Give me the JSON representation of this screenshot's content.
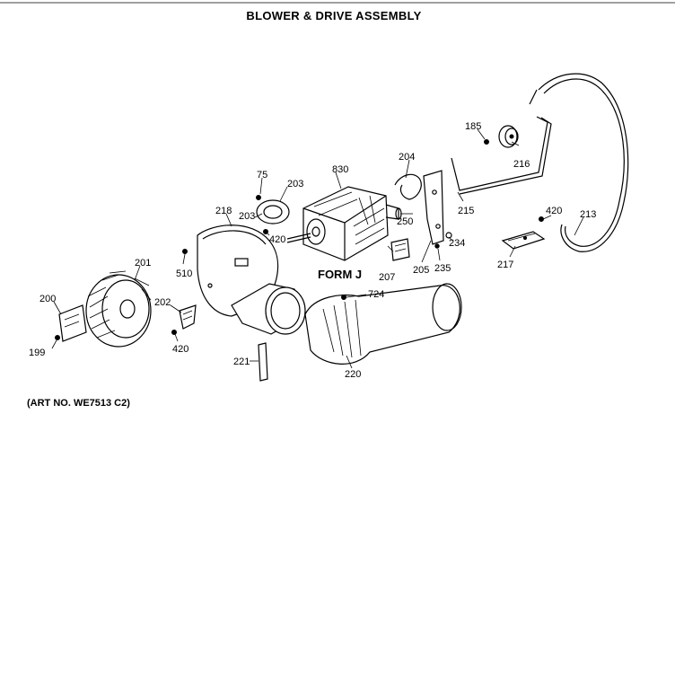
{
  "title": "BLOWER & DRIVE ASSEMBLY",
  "form_label": "FORM J",
  "art_no": "(ART NO. WE7513 C2)",
  "parts": {
    "p75": "75",
    "p185": "185",
    "p199": "199",
    "p200": "200",
    "p201": "201",
    "p202": "202",
    "p203a": "203",
    "p203b": "203",
    "p204": "204",
    "p205": "205",
    "p207": "207",
    "p213": "213",
    "p215": "215",
    "p216": "216",
    "p217": "217",
    "p218": "218",
    "p220": "220",
    "p221": "221",
    "p234": "234",
    "p235": "235",
    "p250": "250",
    "p420a": "420",
    "p420b": "420",
    "p420c": "420",
    "p510": "510",
    "p724": "724",
    "p830": "830"
  }
}
